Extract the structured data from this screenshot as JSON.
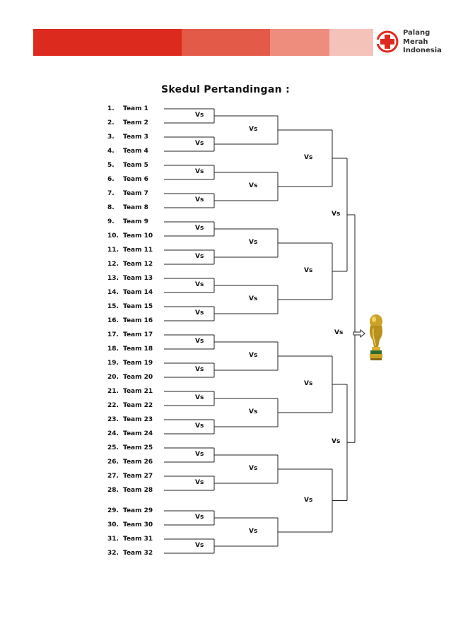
{
  "header": {
    "colors": [
      "#dd2a1f",
      "#e45a48",
      "#ee8c7e",
      "#f5c2ba"
    ],
    "logo": {
      "icon": "red-cross-icon",
      "line1": "Palang",
      "line2": "Merah",
      "line3": "Indonesia"
    }
  },
  "title": "Skedul Pertandingan :",
  "teams": [
    {
      "num": "1.",
      "name": "Team 1"
    },
    {
      "num": "2.",
      "name": "Team 2"
    },
    {
      "num": "3.",
      "name": "Team 3"
    },
    {
      "num": "4.",
      "name": "Team 4"
    },
    {
      "num": "5.",
      "name": "Team 5"
    },
    {
      "num": "6.",
      "name": "Team 6"
    },
    {
      "num": "7.",
      "name": "Team 7"
    },
    {
      "num": "8.",
      "name": "Team 8"
    },
    {
      "num": "9.",
      "name": "Team 9"
    },
    {
      "num": "10.",
      "name": "Team 10"
    },
    {
      "num": "11.",
      "name": "Team 11"
    },
    {
      "num": "12.",
      "name": "Team 12"
    },
    {
      "num": "13.",
      "name": "Team 13"
    },
    {
      "num": "14.",
      "name": "Team 14"
    },
    {
      "num": "15.",
      "name": "Team 15"
    },
    {
      "num": "16.",
      "name": "Team 16"
    },
    {
      "num": "17.",
      "name": "Team 17"
    },
    {
      "num": "18.",
      "name": "Team 18"
    },
    {
      "num": "19.",
      "name": "Team 19"
    },
    {
      "num": "20.",
      "name": "Team 20"
    },
    {
      "num": "21.",
      "name": "Team 21"
    },
    {
      "num": "22.",
      "name": "Team 22"
    },
    {
      "num": "23.",
      "name": "Team 23"
    },
    {
      "num": "24.",
      "name": "Team 24"
    },
    {
      "num": "25.",
      "name": "Team 25"
    },
    {
      "num": "26.",
      "name": "Team 26"
    },
    {
      "num": "27.",
      "name": "Team 27"
    },
    {
      "num": "28.",
      "name": "Team 28"
    },
    {
      "num": "29.",
      "name": "Team 29"
    },
    {
      "num": "30.",
      "name": "Team 30"
    },
    {
      "num": "31.",
      "name": "Team 31"
    },
    {
      "num": "32.",
      "name": "Team 32"
    }
  ],
  "vs_label": "Vs",
  "trophy_icon": "trophy-icon",
  "arrow_icon": "arrow-right-icon"
}
